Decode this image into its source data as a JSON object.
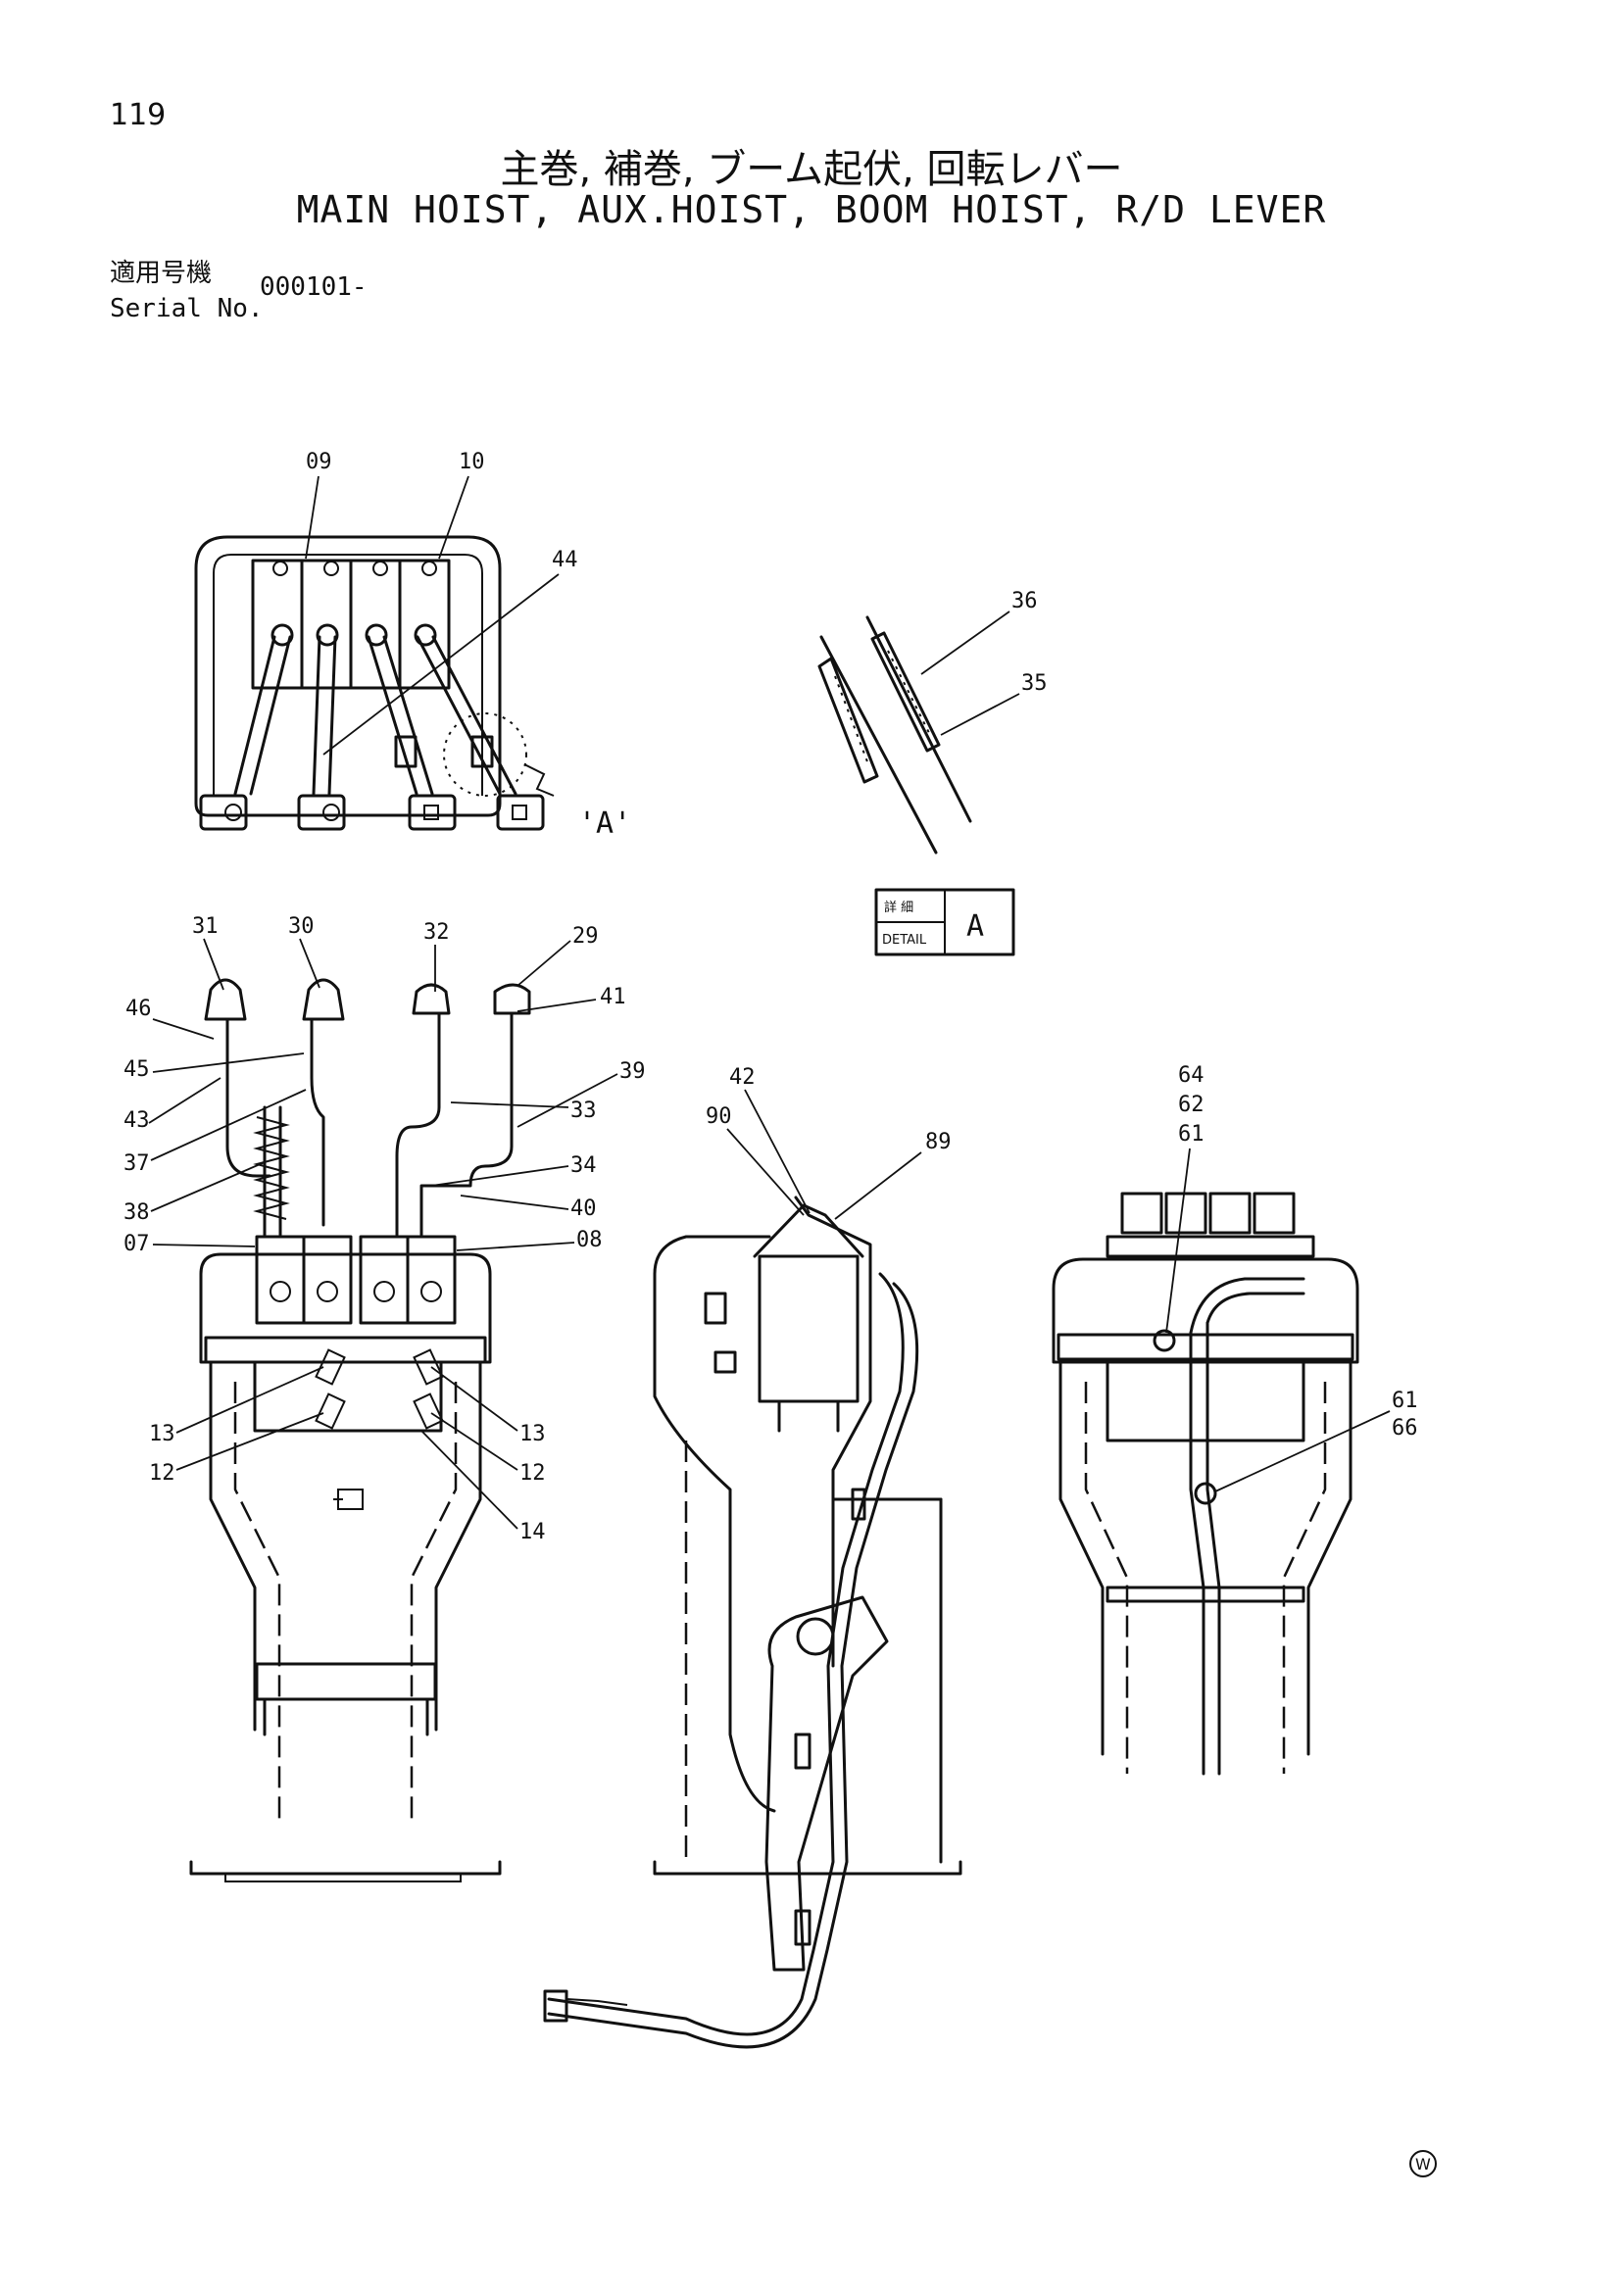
{
  "header": {
    "page_number": "119",
    "title_jp": "主巻, 補巻, ブーム起伏, 回転レバー",
    "title_en": "MAIN HOIST, AUX.HOIST, BOOM HOIST, R/D LEVER",
    "serial_label_jp": "適用号機",
    "serial_label_en": "Serial No.",
    "serial_value": "000101-"
  },
  "detail_box": {
    "jp": "詳 細",
    "en": "DETAIL",
    "letter": "A"
  },
  "view_marker": "'A'",
  "callouts": {
    "top_view": [
      "09",
      "10",
      "44"
    ],
    "detail_a": [
      "36",
      "35"
    ],
    "front_view": [
      "31",
      "30",
      "32",
      "29",
      "46",
      "41",
      "45",
      "39",
      "43",
      "33",
      "37",
      "34",
      "38",
      "40",
      "07",
      "08",
      "13",
      "13",
      "12",
      "12",
      "14"
    ],
    "side_view": [
      "42",
      "90",
      "89"
    ],
    "rear_view": [
      "64",
      "62",
      "61",
      "61",
      "66"
    ]
  },
  "footer_mark": "W"
}
